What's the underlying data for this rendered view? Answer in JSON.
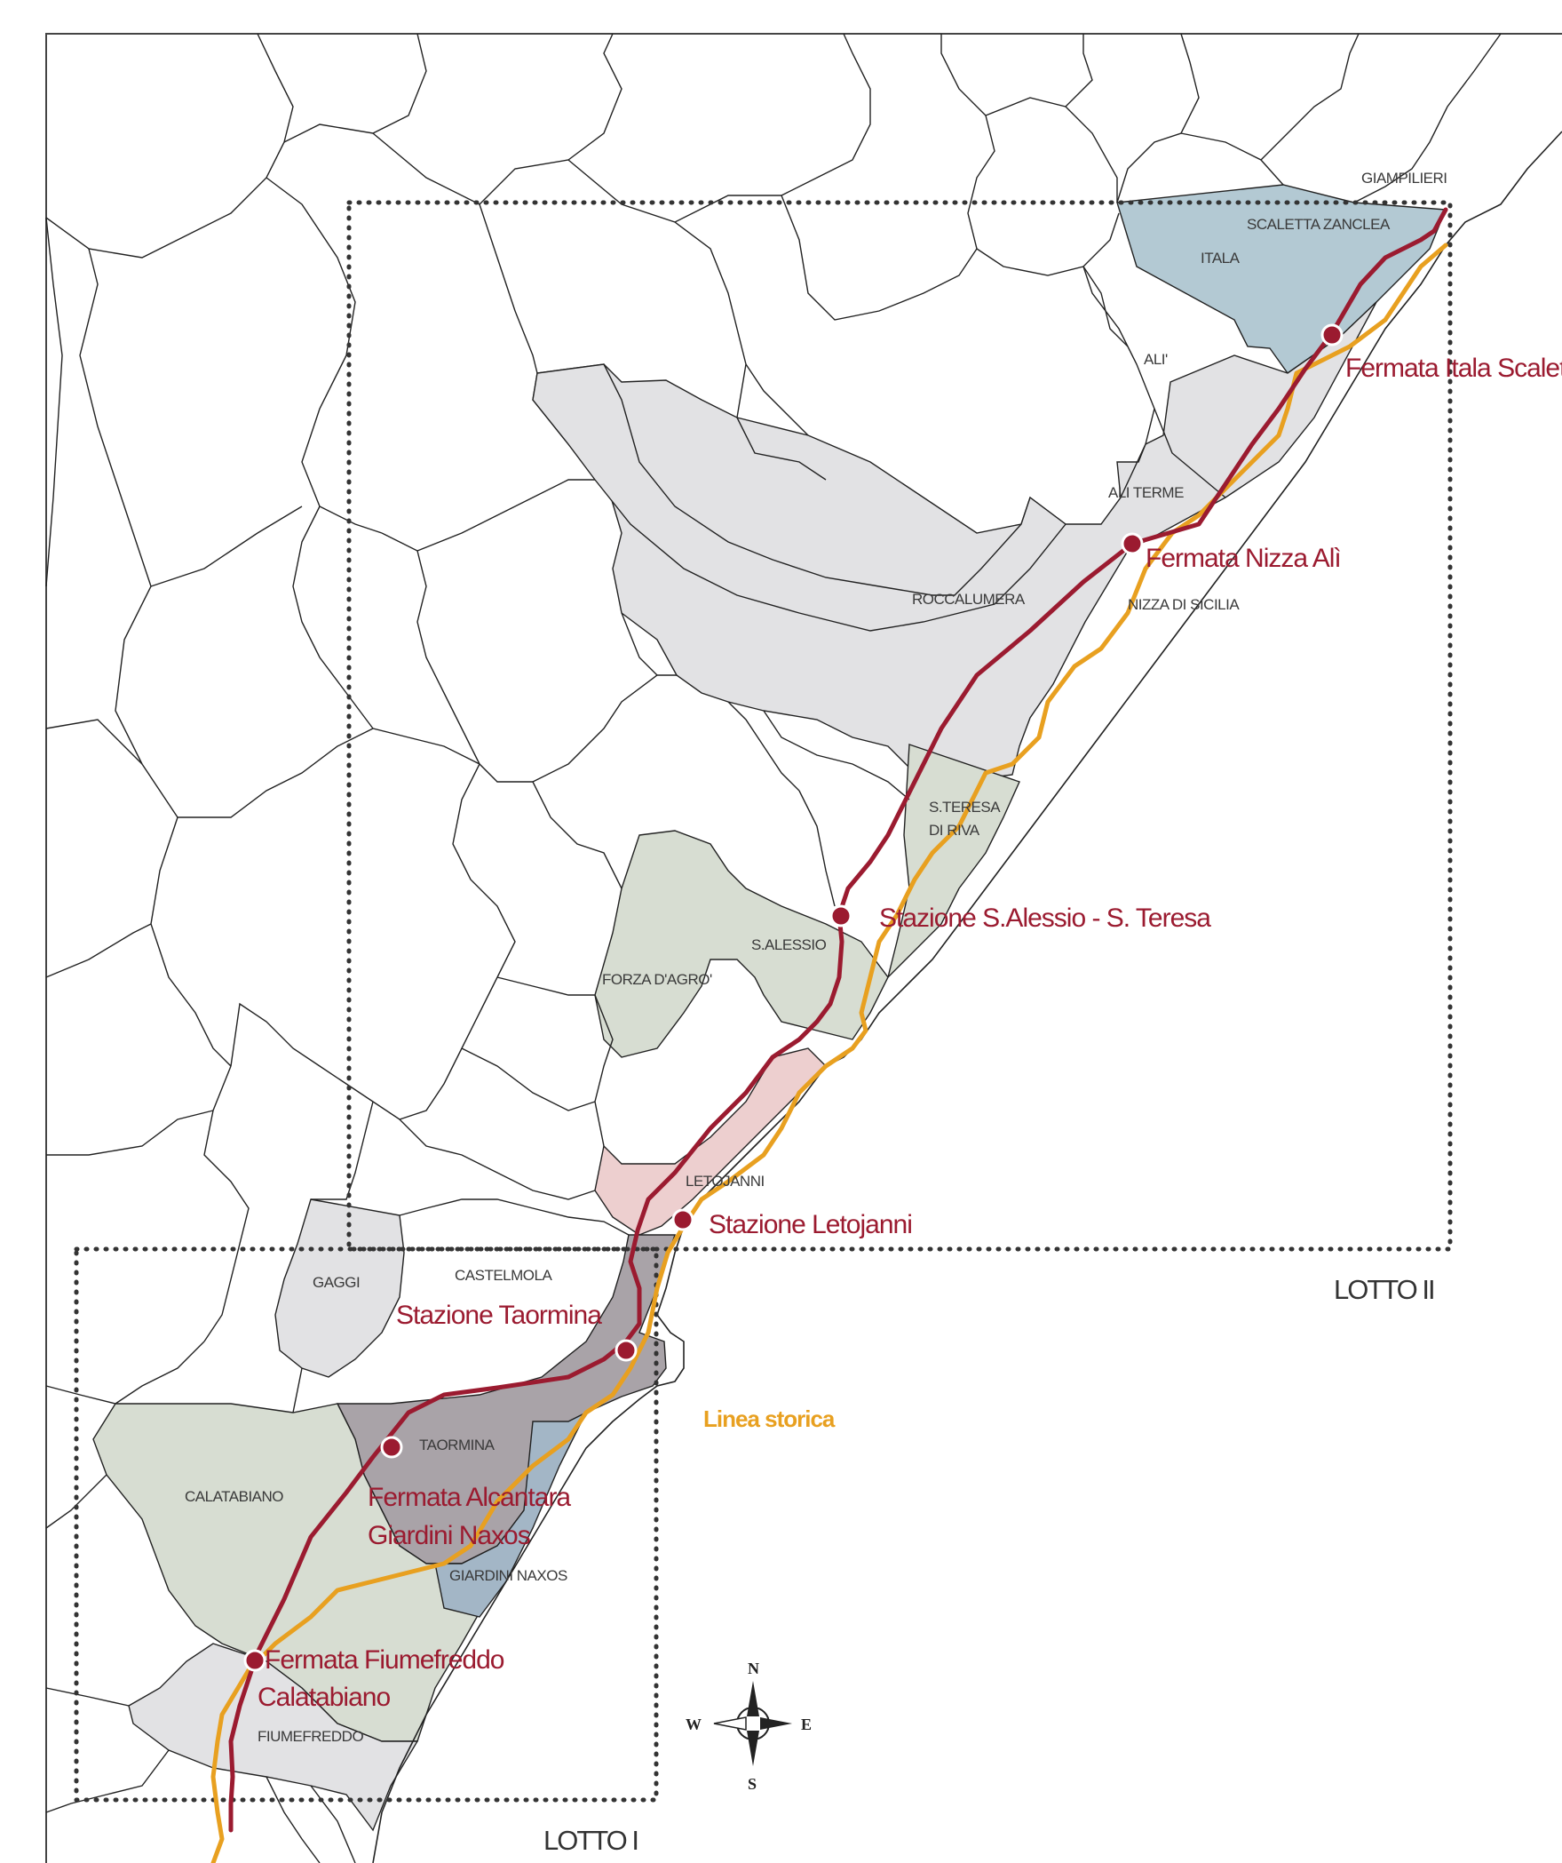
{
  "municipalities": {
    "giampilieri": "GIAMPILIERI",
    "scaletta": "SCALETTA ZANCLEA",
    "itala": "ITALA",
    "ali": "ALI'",
    "ali_terme": "ALI TERME",
    "roccalumera": "ROCCALUMERA",
    "nizza": "NIZZA DI SICILIA",
    "s_teresa_1": "S.TERESA",
    "s_teresa_2": "DI RIVA",
    "s_alessio": "S.ALESSIO",
    "forza_agro": "FORZA D'AGRO'",
    "letojanni": "LETOJANNI",
    "gaggi": "GAGGI",
    "castelmola": "CASTELMOLA",
    "taormina": "TAORMINA",
    "calatabiano": "CALATABIANO",
    "giardini_naxos": "GIARDINI NAXOS",
    "fiumefreddo": "FIUMEFREDDO"
  },
  "stops": {
    "itala_scaletta": "Fermata Itala Scaletta",
    "nizza_ali": "Fermata Nizza Alì",
    "s_alessio_teresa": "Stazione S.Alessio - S. Teresa",
    "letojanni": "Stazione Letojanni",
    "taormina": "Stazione  Taormina",
    "alcantara_1": "Fermata Alcantara",
    "alcantara_2": "Giardini Naxos",
    "fiumefreddo_1": "Fermata Fiumefreddo",
    "fiumefreddo_2": "Calatabiano"
  },
  "lots": {
    "lotto_1": "LOTTO I",
    "lotto_2": "LOTTO II"
  },
  "legend": {
    "linea_storica": "Linea storica"
  },
  "compass": {
    "n": "N",
    "s": "S",
    "e": "E",
    "w": "W"
  },
  "colors": {
    "new_line": "#9b1b30",
    "historic_line": "#e8a020",
    "blue_zone": "#b3c9d3",
    "grey_zone": "#e2e2e4",
    "green_zone": "#d7ddd2",
    "pink_zone": "#edcfcf",
    "taormina_zone": "#a9a3a8"
  }
}
